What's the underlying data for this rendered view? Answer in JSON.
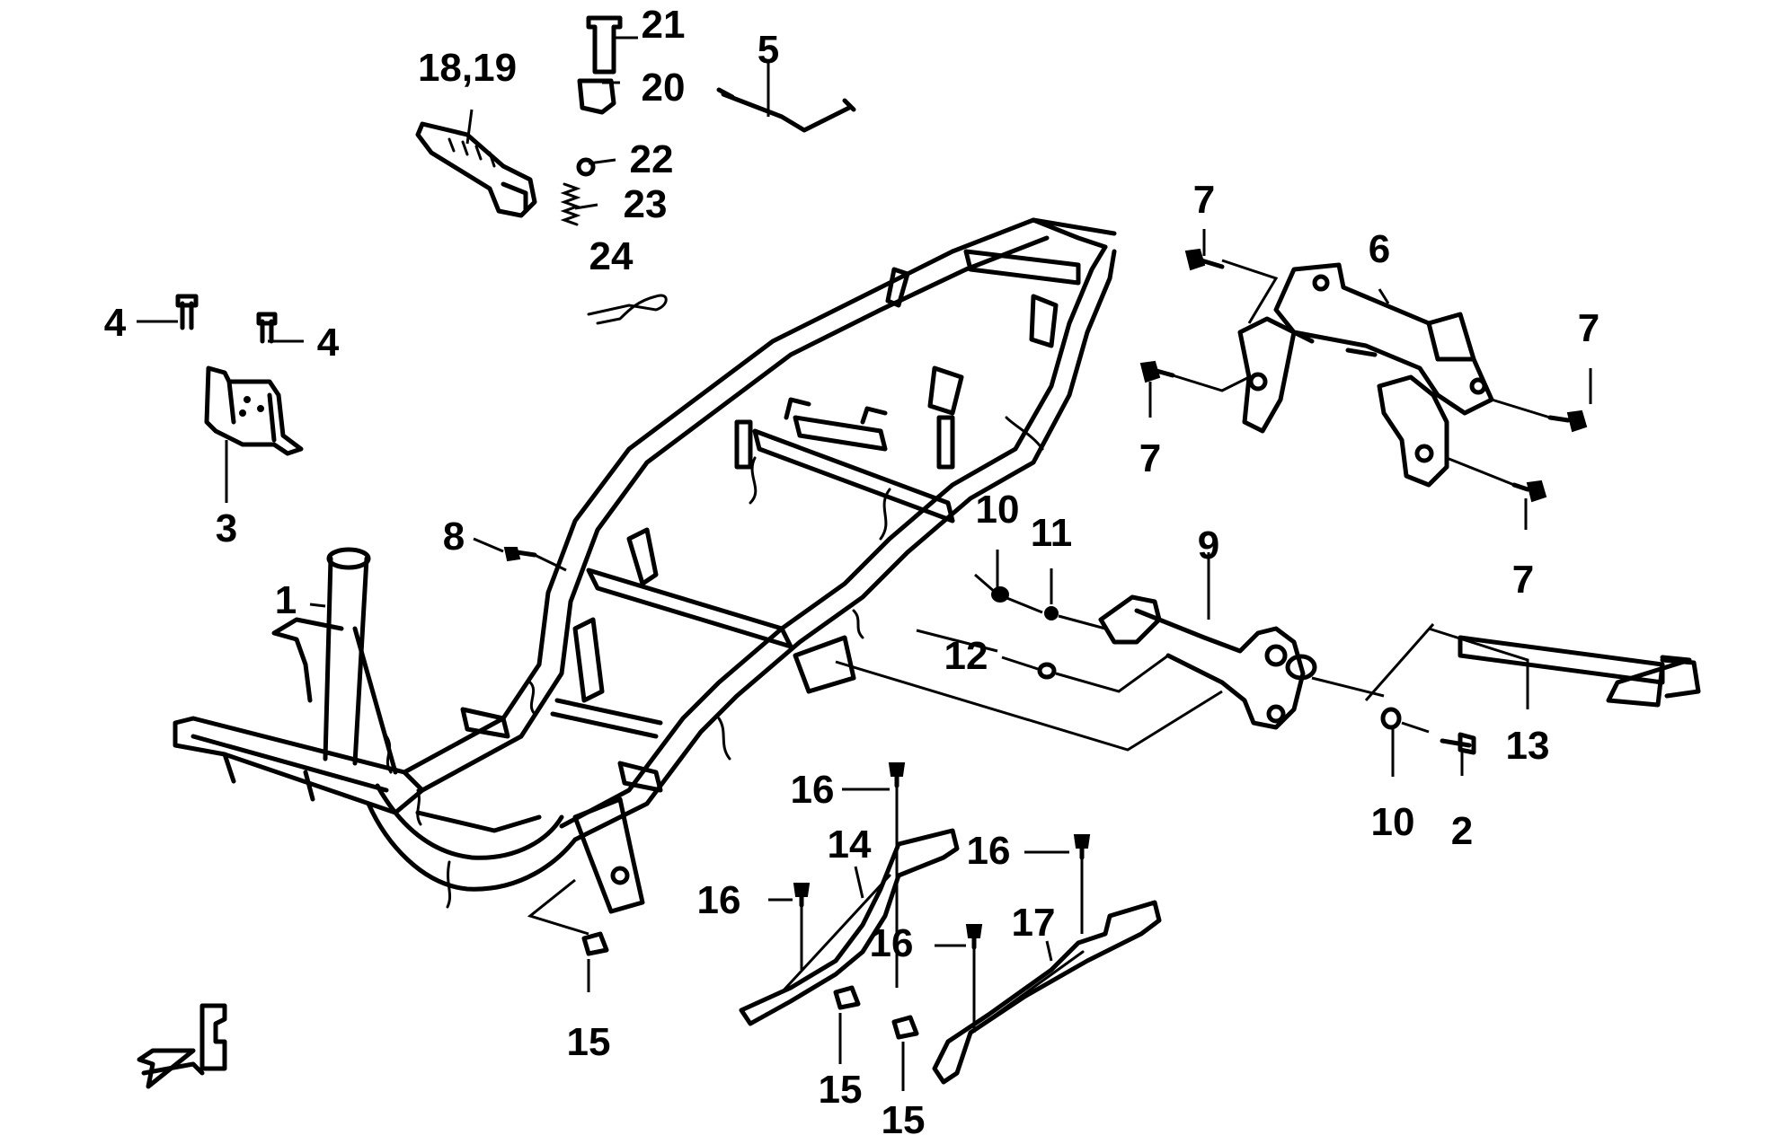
{
  "diagram": {
    "callouts": [
      {
        "id": "c1",
        "text": "1"
      },
      {
        "id": "c2",
        "text": "2"
      },
      {
        "id": "c3",
        "text": "3"
      },
      {
        "id": "c4a",
        "text": "4"
      },
      {
        "id": "c4b",
        "text": "4"
      },
      {
        "id": "c5",
        "text": "5"
      },
      {
        "id": "c6",
        "text": "6"
      },
      {
        "id": "c7a",
        "text": "7"
      },
      {
        "id": "c7b",
        "text": "7"
      },
      {
        "id": "c7c",
        "text": "7"
      },
      {
        "id": "c7d",
        "text": "7"
      },
      {
        "id": "c8",
        "text": "8"
      },
      {
        "id": "c9",
        "text": "9"
      },
      {
        "id": "c10a",
        "text": "10"
      },
      {
        "id": "c10b",
        "text": "10"
      },
      {
        "id": "c11",
        "text": "11"
      },
      {
        "id": "c12",
        "text": "12"
      },
      {
        "id": "c13",
        "text": "13"
      },
      {
        "id": "c14",
        "text": "14"
      },
      {
        "id": "c15a",
        "text": "15"
      },
      {
        "id": "c15b",
        "text": "15"
      },
      {
        "id": "c15c",
        "text": "15"
      },
      {
        "id": "c16a",
        "text": "16"
      },
      {
        "id": "c16b",
        "text": "16"
      },
      {
        "id": "c16c",
        "text": "16"
      },
      {
        "id": "c16d",
        "text": "16"
      },
      {
        "id": "c17",
        "text": "17"
      },
      {
        "id": "c1819",
        "text": "18,19"
      },
      {
        "id": "c20",
        "text": "20"
      },
      {
        "id": "c21",
        "text": "21"
      },
      {
        "id": "c22",
        "text": "22"
      },
      {
        "id": "c23",
        "text": "23"
      },
      {
        "id": "c24",
        "text": "24"
      }
    ],
    "front_marker": "F"
  }
}
